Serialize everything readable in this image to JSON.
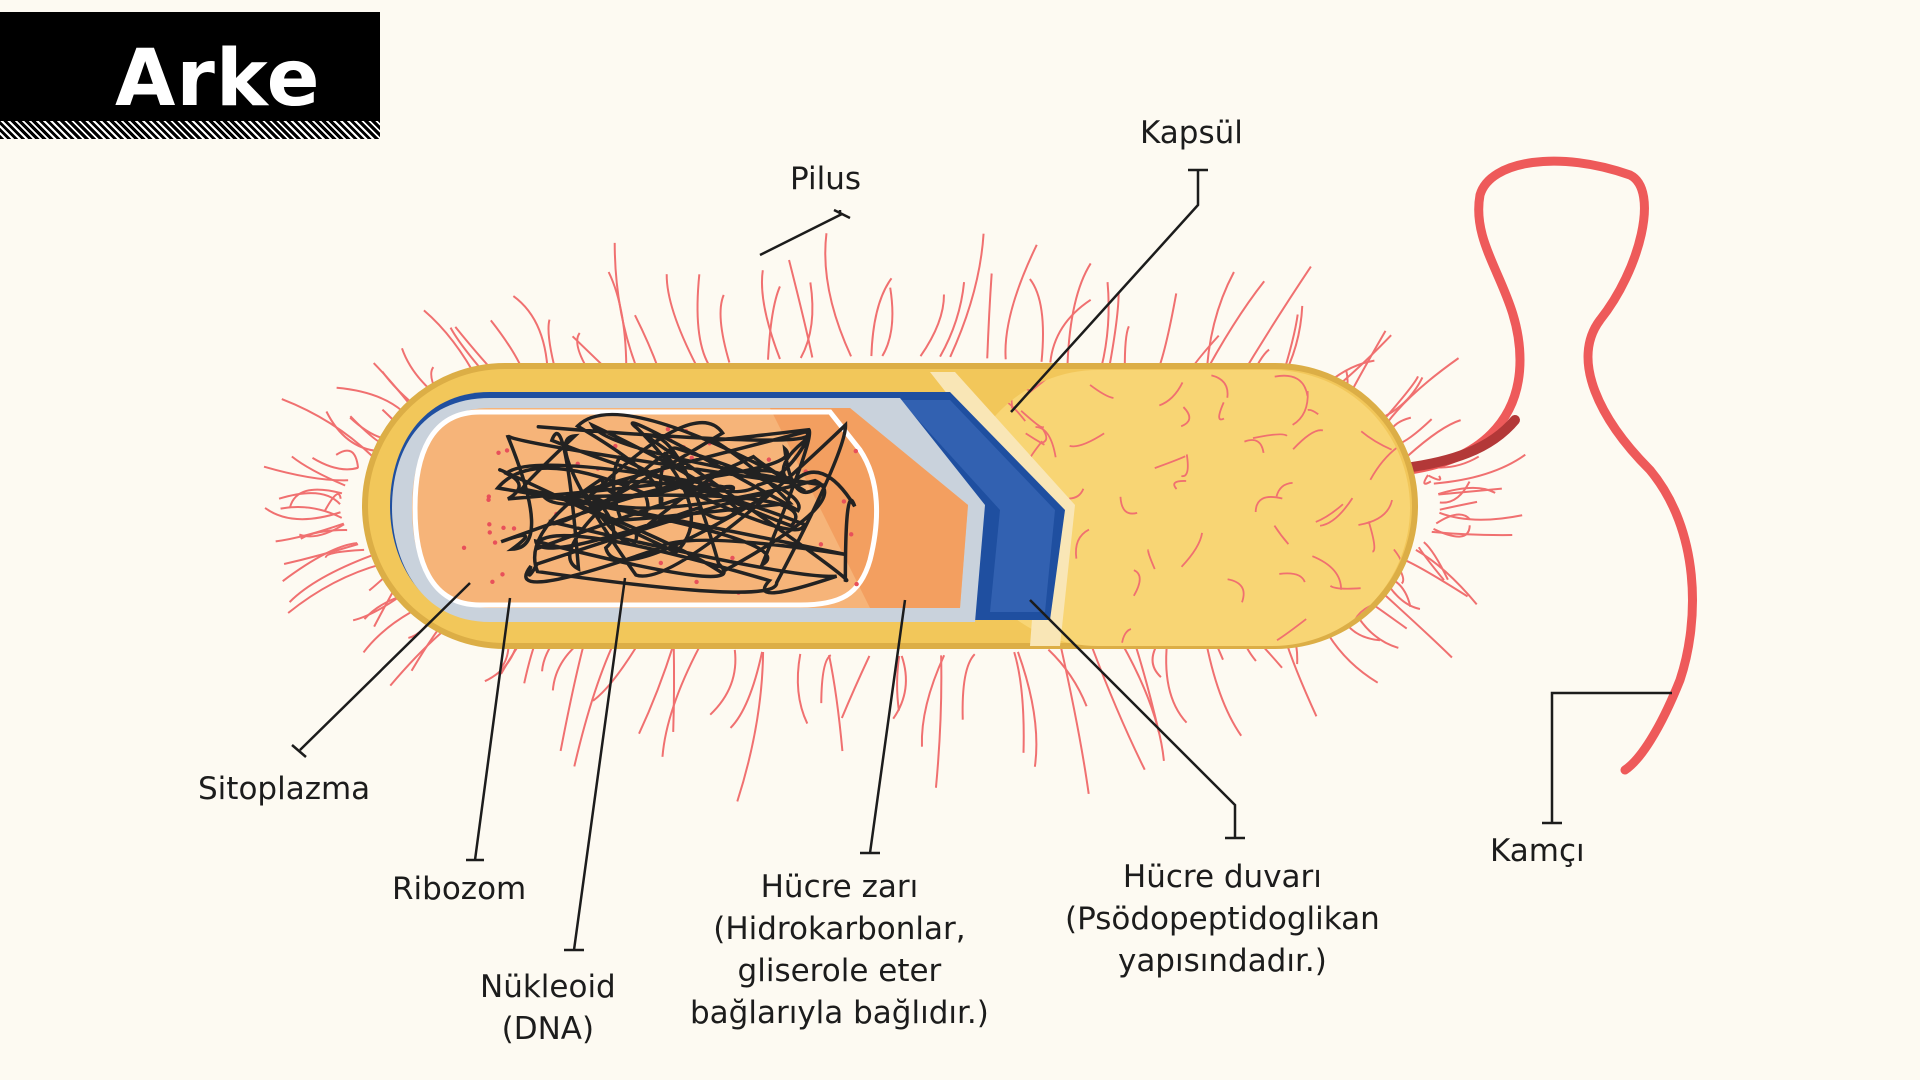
{
  "title": "Arke",
  "labels": {
    "pilus": "Pilus",
    "kapsul": "Kapsül",
    "sitoplazma": "Sitoplazma",
    "ribozom": "Ribozom",
    "nukleoid": [
      "Nükleoid",
      "(DNA)"
    ],
    "hucre_zari": [
      "Hücre zarı",
      "(Hidrokarbonlar,",
      "gliserole eter",
      "bağlarıyla bağlıdır.)"
    ],
    "hucre_duvari": [
      "Hücre duvarı",
      "(Psödopeptidoglikan",
      "yapısındadır.)"
    ],
    "kamci": "Kamçı"
  },
  "colors": {
    "background": "#fdfaf2",
    "capsule": "#f2c75a",
    "cell_wall": "#1f4fa0",
    "membrane": "#c9d2dc",
    "cytoplasm": "#f6b479",
    "pili": "#f07070",
    "flagellum": "#ee5a5a",
    "dna": "#222222"
  }
}
